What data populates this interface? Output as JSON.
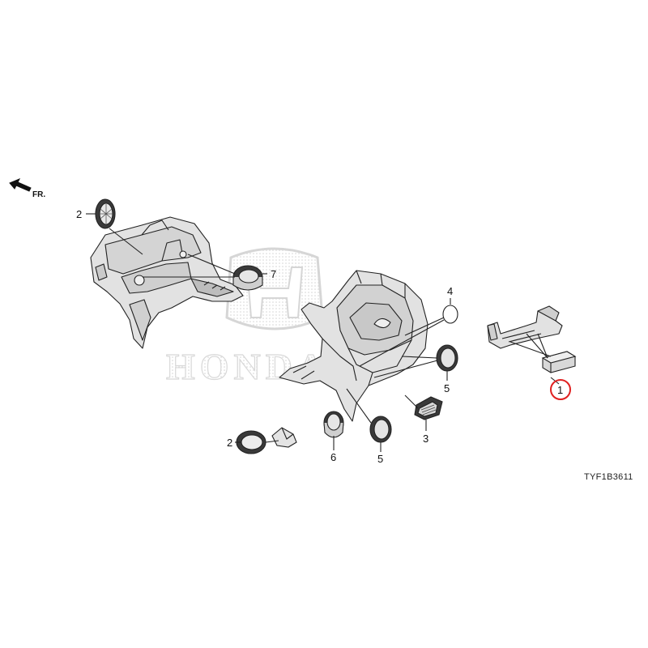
{
  "diagram": {
    "direction_label": "FR.",
    "figure_code": "TYF1B3611",
    "watermark_text": "HONDA",
    "callouts": [
      {
        "id": "c1",
        "label": "1",
        "highlighted": true
      },
      {
        "id": "c2a",
        "label": "2",
        "highlighted": false
      },
      {
        "id": "c2b",
        "label": "2",
        "highlighted": false
      },
      {
        "id": "c3",
        "label": "3",
        "highlighted": false
      },
      {
        "id": "c4",
        "label": "4",
        "highlighted": false
      },
      {
        "id": "c5a",
        "label": "5",
        "highlighted": false
      },
      {
        "id": "c5b",
        "label": "5",
        "highlighted": false
      },
      {
        "id": "c6",
        "label": "6",
        "highlighted": false
      },
      {
        "id": "c7",
        "label": "7",
        "highlighted": false
      }
    ],
    "colors": {
      "line": "#222222",
      "body_fill": "#e2e2e2",
      "highlight": "#e02020",
      "watermark": "#d6d6d6"
    }
  }
}
